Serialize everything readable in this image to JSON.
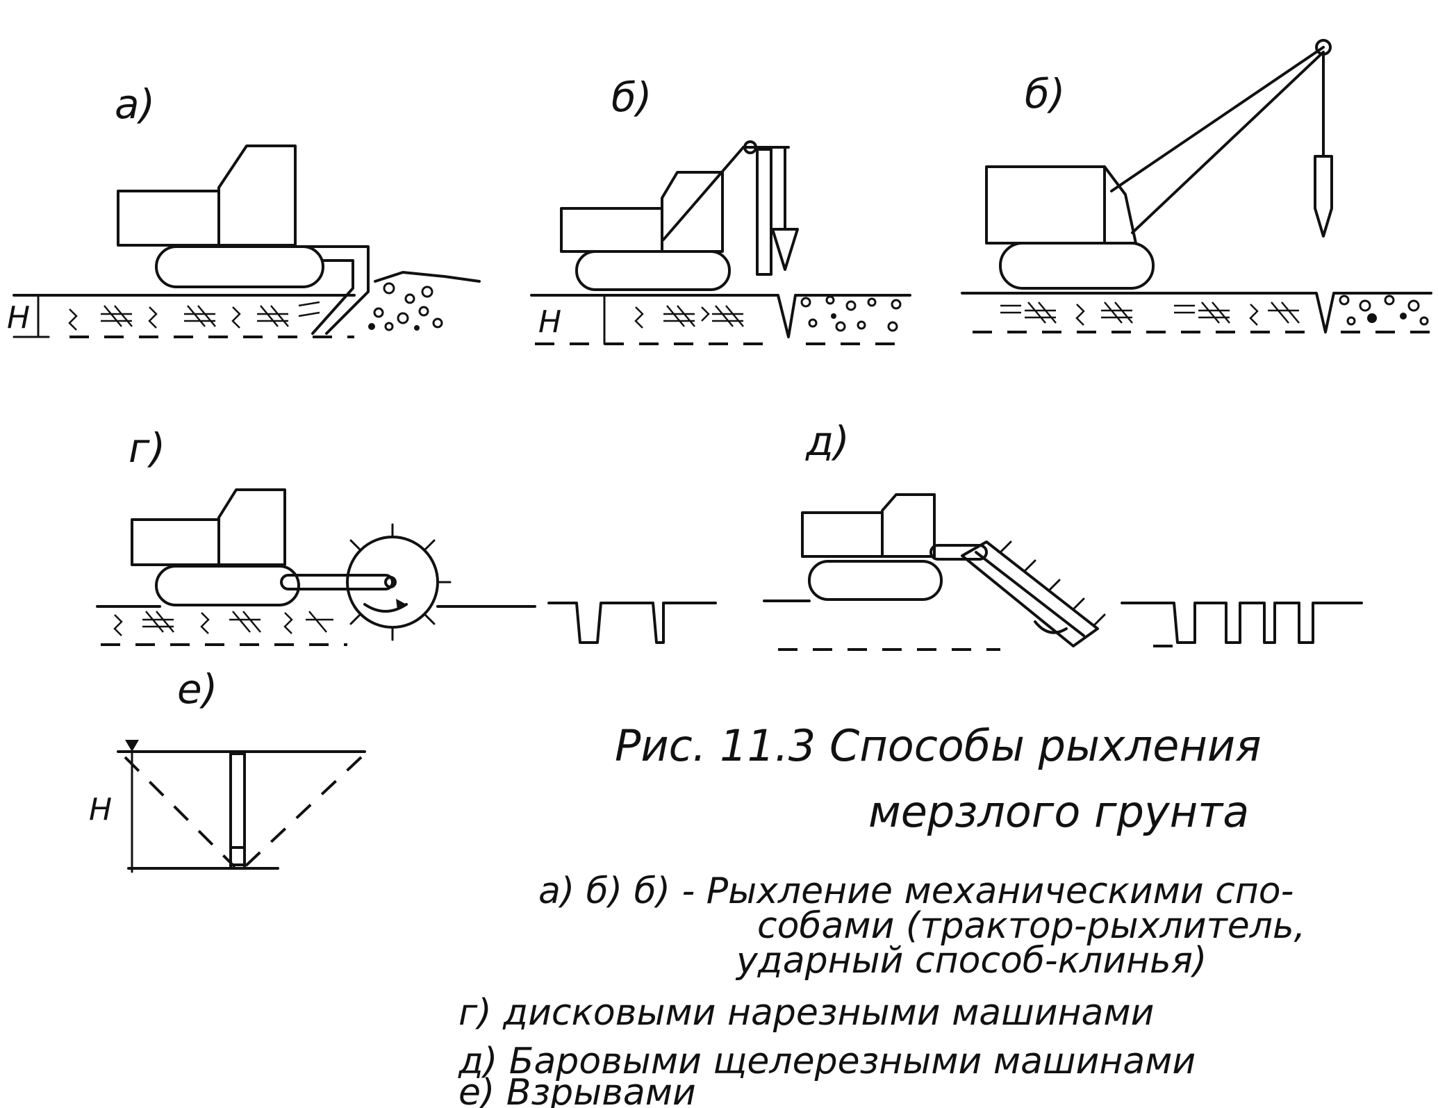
{
  "panels": {
    "a": {
      "label": "а)",
      "depth": "H"
    },
    "b": {
      "label": "б)",
      "depth": "H"
    },
    "v": {
      "label": "б)"
    },
    "g": {
      "label": "г)"
    },
    "d": {
      "label": "д)"
    },
    "e": {
      "label": "е)",
      "depth": "H"
    }
  },
  "caption": {
    "line1": "Рис. 11.3   Способы рыхления",
    "line2": "мерзлого грунта"
  },
  "legend": {
    "line1": "а) б) б) - Рыхление механическими спо-",
    "line2": "собами (трактор-рыхлитель,",
    "line3": "ударный способ-клинья)",
    "line4": "г) дисковыми нарезными машинами",
    "line5": "д) Баровыми щелерезными машинами",
    "line6": "е) Взрывами"
  }
}
